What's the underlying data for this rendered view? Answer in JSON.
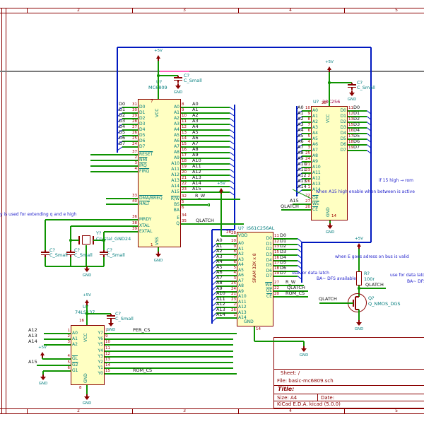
{
  "sheet": {
    "columns_top": [
      "2",
      "3",
      "4",
      "5"
    ],
    "columns_bottom": [
      "2",
      "3",
      "4",
      "5"
    ],
    "title_block": {
      "sheet": "Sheet: /",
      "file": "File: basic-mc6809.sch",
      "title": "Title:",
      "size": "Size: A4",
      "date": "Date:",
      "generator": "KiCad E.D.A.  kicad (5.0.0)"
    }
  },
  "power": {
    "p5v": "+5V",
    "gnd": "GND"
  },
  "components": {
    "cpu": {
      "ref": "U?",
      "value": "MC6809",
      "top_pin": {
        "name": "VCC",
        "num": "7"
      },
      "bottom_pin": {
        "name": "VSS",
        "num": "1"
      },
      "left_pins": [
        {
          "name": "D0",
          "num": "31",
          "net": "D0"
        },
        {
          "name": "D1",
          "num": "30",
          "net": "D1"
        },
        {
          "name": "D2",
          "num": "29",
          "net": "D2"
        },
        {
          "name": "D3",
          "num": "28",
          "net": "D3"
        },
        {
          "name": "D4",
          "num": "27",
          "net": "D4"
        },
        {
          "name": "D5",
          "num": "26",
          "net": "D5"
        },
        {
          "name": "D6",
          "num": "25",
          "net": "D6"
        },
        {
          "name": "D7",
          "num": "24",
          "net": "D7"
        },
        {
          "name": "RESET",
          "num": "37",
          "inv": true
        },
        {
          "name": "NMI",
          "num": "2",
          "inv": true
        },
        {
          "name": "IRQ",
          "num": "3",
          "inv": true
        },
        {
          "name": "FIRQ",
          "num": "4",
          "inv": true
        },
        {
          "name": "DMA/BREQ",
          "num": "33",
          "inv": true
        },
        {
          "name": "HALT",
          "num": "40",
          "inv": true
        },
        {
          "name": "MRDY",
          "num": "36"
        },
        {
          "name": "XTAL",
          "num": "38"
        },
        {
          "name": "EXTAL",
          "num": "39"
        }
      ],
      "right_pins": [
        {
          "name": "A0",
          "num": "8",
          "net": "A0"
        },
        {
          "name": "A1",
          "num": "9",
          "net": "A1"
        },
        {
          "name": "A2",
          "num": "10",
          "net": "A2"
        },
        {
          "name": "A3",
          "num": "11",
          "net": "A3"
        },
        {
          "name": "A4",
          "num": "12",
          "net": "A4"
        },
        {
          "name": "A5",
          "num": "13",
          "net": "A5"
        },
        {
          "name": "A6",
          "num": "14",
          "net": "A6"
        },
        {
          "name": "A7",
          "num": "15",
          "net": "A7"
        },
        {
          "name": "A8",
          "num": "16",
          "net": "A8"
        },
        {
          "name": "A9",
          "num": "17",
          "net": "A9"
        },
        {
          "name": "A10",
          "num": "18",
          "net": "A10"
        },
        {
          "name": "A11",
          "num": "19",
          "net": "A11"
        },
        {
          "name": "A12",
          "num": "20",
          "net": "A12"
        },
        {
          "name": "A13",
          "num": "21",
          "net": "A13"
        },
        {
          "name": "A14",
          "num": "22",
          "net": "A14"
        },
        {
          "name": "A15",
          "num": "23",
          "net": "A15"
        },
        {
          "name": "R/W",
          "num": "32",
          "net": "R_W",
          "inv": true
        },
        {
          "name": "BS",
          "num": "5"
        },
        {
          "name": "BA",
          "num": "6"
        },
        {
          "name": "E",
          "num": "34"
        },
        {
          "name": "Q",
          "num": "35",
          "net": "QLATCH"
        }
      ]
    },
    "eeprom": {
      "ref": "U?",
      "value": "28C256",
      "top_pin": {
        "name": "VCC",
        "num": "28"
      },
      "bottom_pin": {
        "name": "GND",
        "num": "14"
      },
      "left_pins": [
        {
          "name": "A0",
          "num": "10",
          "net": "A0"
        },
        {
          "name": "A1",
          "num": "9",
          "net": "A1"
        },
        {
          "name": "A2",
          "num": "8",
          "net": "A2"
        },
        {
          "name": "A3",
          "num": "7",
          "net": "A3"
        },
        {
          "name": "A4",
          "num": "6",
          "net": "A4"
        },
        {
          "name": "A5",
          "num": "5",
          "net": "A5"
        },
        {
          "name": "A6",
          "num": "4",
          "net": "A6"
        },
        {
          "name": "A7",
          "num": "3",
          "net": "A7"
        },
        {
          "name": "A8",
          "num": "25",
          "net": "A8"
        },
        {
          "name": "A9",
          "num": "24",
          "net": "A9"
        },
        {
          "name": "A10",
          "num": "21",
          "net": "A10"
        },
        {
          "name": "A11",
          "num": "23",
          "net": "A11"
        },
        {
          "name": "A12",
          "num": "2",
          "net": "A12"
        },
        {
          "name": "A13",
          "num": "26",
          "net": "A13"
        },
        {
          "name": "A14",
          "num": "1",
          "net": "A14"
        },
        {
          "name": "OE",
          "num": "22",
          "inv": true
        },
        {
          "name": "WE",
          "num": "27",
          "net": "A15",
          "inv": true
        },
        {
          "name": "CE",
          "num": "20",
          "net": "QLATCH",
          "inv": true
        }
      ],
      "right_pins": [
        {
          "name": "D0",
          "num": "11",
          "net": "D0"
        },
        {
          "name": "D1",
          "num": "12",
          "net": "D1"
        },
        {
          "name": "D2",
          "num": "13",
          "net": "D2"
        },
        {
          "name": "D3",
          "num": "15",
          "net": "D3"
        },
        {
          "name": "D4",
          "num": "16",
          "net": "D4"
        },
        {
          "name": "D5",
          "num": "17",
          "net": "D5"
        },
        {
          "name": "D6",
          "num": "18",
          "net": "D6"
        },
        {
          "name": "D7",
          "num": "19",
          "net": "D7"
        }
      ]
    },
    "sram": {
      "ref": "U?",
      "value": "IS61C256AL",
      "body_label": "SRAM 32K x 8",
      "bottom_pin": {
        "name": "GND",
        "num": "14"
      },
      "left_pins": [
        {
          "name": "VDD",
          "num": "28"
        },
        {
          "name": "A0",
          "num": "10",
          "net": "A0"
        },
        {
          "name": "A1",
          "num": "9",
          "net": "A1"
        },
        {
          "name": "A2",
          "num": "8",
          "net": "A2"
        },
        {
          "name": "A3",
          "num": "7",
          "net": "A3"
        },
        {
          "name": "A4",
          "num": "6",
          "net": "A4"
        },
        {
          "name": "A5",
          "num": "5",
          "net": "A5"
        },
        {
          "name": "A6",
          "num": "4",
          "net": "A6"
        },
        {
          "name": "A7",
          "num": "3",
          "net": "A7"
        },
        {
          "name": "A8",
          "num": "25",
          "net": "A8"
        },
        {
          "name": "A9",
          "num": "24",
          "net": "A9"
        },
        {
          "name": "A10",
          "num": "21",
          "net": "A10"
        },
        {
          "name": "A11",
          "num": "23",
          "net": "A11"
        },
        {
          "name": "A12",
          "num": "2",
          "net": "A12"
        },
        {
          "name": "A13",
          "num": "26",
          "net": "A13"
        },
        {
          "name": "A14",
          "num": "1",
          "net": "A14"
        }
      ],
      "right_pins": [
        {
          "name": "D0",
          "num": "11",
          "net": "D0"
        },
        {
          "name": "D1",
          "num": "12",
          "net": "D1"
        },
        {
          "name": "D2",
          "num": "13",
          "net": "D2"
        },
        {
          "name": "D3",
          "num": "15",
          "net": "D3"
        },
        {
          "name": "D4",
          "num": "16",
          "net": "D4"
        },
        {
          "name": "D5",
          "num": "17",
          "net": "D5"
        },
        {
          "name": "D6",
          "num": "18",
          "net": "D6"
        },
        {
          "name": "D7",
          "num": "19",
          "net": "D7"
        },
        {
          "name": "WE",
          "num": "27",
          "net": "R_W",
          "inv": true
        },
        {
          "name": "OE",
          "num": "22",
          "net": "QLATCH",
          "inv": true
        },
        {
          "name": "CE",
          "num": "20",
          "net": "ROM_CS",
          "inv": true
        }
      ]
    },
    "decoder": {
      "ref": "U?",
      "value": "74LS137",
      "top_pin": {
        "name": "VCC",
        "num": "16"
      },
      "bottom_pin": {
        "name": "GND",
        "num": "8"
      },
      "left_pins": [
        {
          "name": "A0",
          "num": "1",
          "net": "A12"
        },
        {
          "name": "A1",
          "num": "2",
          "net": "A13"
        },
        {
          "name": "A2",
          "num": "3",
          "net": "A14"
        },
        {
          "name": "GL",
          "num": "4",
          "inv": true
        },
        {
          "name": "G2",
          "num": "5",
          "net": "A15",
          "inv": true
        },
        {
          "name": "G1",
          "num": "6"
        }
      ],
      "right_pins": [
        {
          "name": "Y7",
          "num": "7",
          "net": "PER_CS"
        },
        {
          "name": "Y6",
          "num": "9"
        },
        {
          "name": "Y5",
          "num": "10"
        },
        {
          "name": "Y4",
          "num": "11"
        },
        {
          "name": "Y3",
          "num": "12"
        },
        {
          "name": "Y2",
          "num": "13"
        },
        {
          "name": "Y1",
          "num": "14"
        },
        {
          "name": "Y0",
          "num": "15",
          "net": "ROM_CS"
        }
      ]
    },
    "crystal": {
      "ref": "Y?",
      "value": "Crystal_GND24"
    },
    "caps": [
      {
        "ref": "C?",
        "value": "C_Small"
      },
      {
        "ref": "C?",
        "value": "C_Small"
      },
      {
        "ref": "C?",
        "value": "C_Small"
      },
      {
        "ref": "C?",
        "value": "C_Small"
      },
      {
        "ref": "C?",
        "value": "C_Small"
      },
      {
        "ref": "C?",
        "value": "C_Small"
      }
    ],
    "resistor": {
      "ref": "R?",
      "value": "100r"
    },
    "mosfet": {
      "ref": "Q?",
      "value": "Q_NMOS_DGS"
    }
  },
  "net_labels": [
    {
      "id": "qlatch-node",
      "text": "QLATCH"
    },
    {
      "id": "qlatch-gate",
      "text": "QLATCH"
    }
  ],
  "annotations": [
    {
      "id": "mrdy-note",
      "text": "mrdy is used for extending q and e high"
    },
    {
      "id": "a15-note",
      "text": "when A15 high enable when between is active"
    },
    {
      "id": "rom-note",
      "text": "if 15 high → rom"
    },
    {
      "id": "e-valid-note",
      "text": "when E goes adress on bus is valid"
    },
    {
      "id": "latch-note-1",
      "text": "use for data latch"
    },
    {
      "id": "latch-note-1b",
      "text": "BA~ DFS available"
    },
    {
      "id": "latch-note-2",
      "text": "use for data latch"
    },
    {
      "id": "latch-note-2b",
      "text": "BA~ DFS available"
    }
  ]
}
